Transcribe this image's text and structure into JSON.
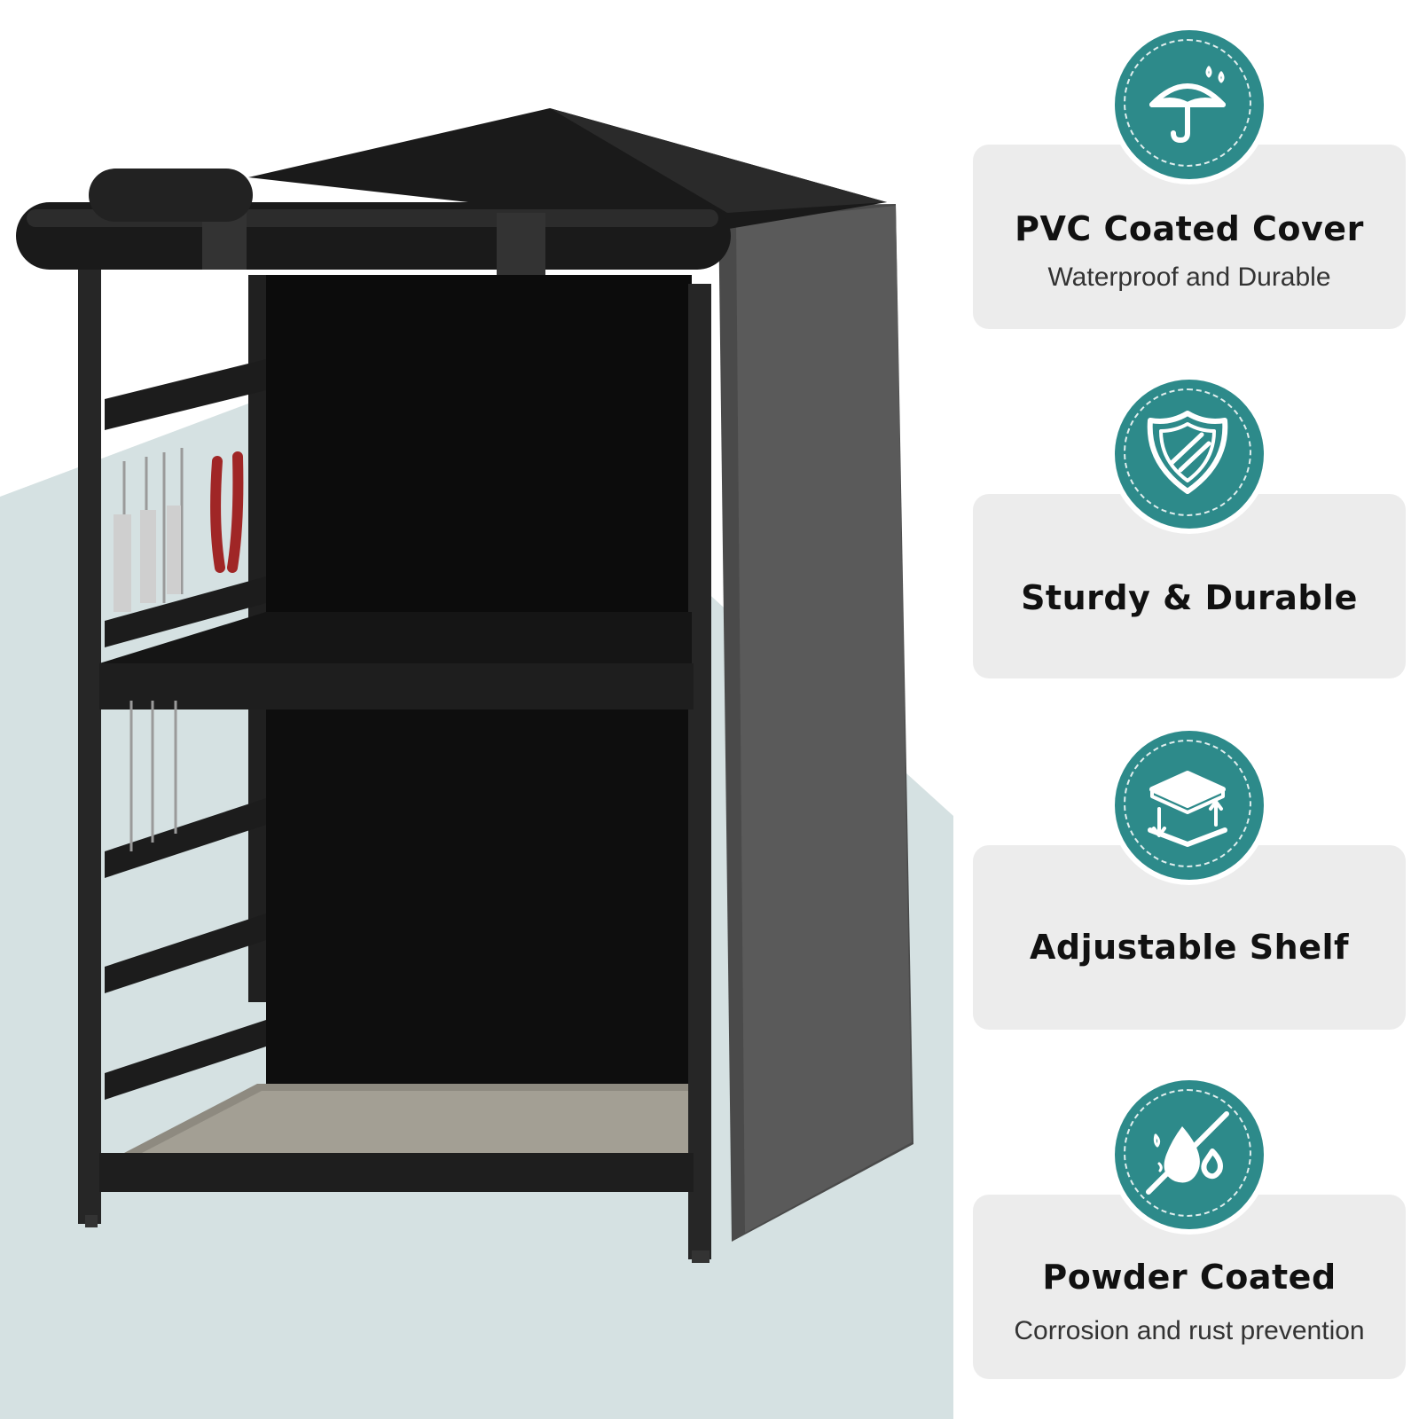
{
  "colors": {
    "accent": "#2d8a8a",
    "card": "#ececec",
    "backdrop": "#d5e1e2"
  },
  "features": [
    {
      "icon": "umbrella-rain-icon",
      "title": "PVC Coated Cover",
      "subtitle": "Waterproof and Durable"
    },
    {
      "icon": "shield-icon",
      "title": "Sturdy & Durable",
      "subtitle": ""
    },
    {
      "icon": "adjustable-shelf-icon",
      "title": "Adjustable Shelf",
      "subtitle": ""
    },
    {
      "icon": "no-water-drop-icon",
      "title": "Powder Coated",
      "subtitle": "Corrosion and rust prevention"
    }
  ]
}
